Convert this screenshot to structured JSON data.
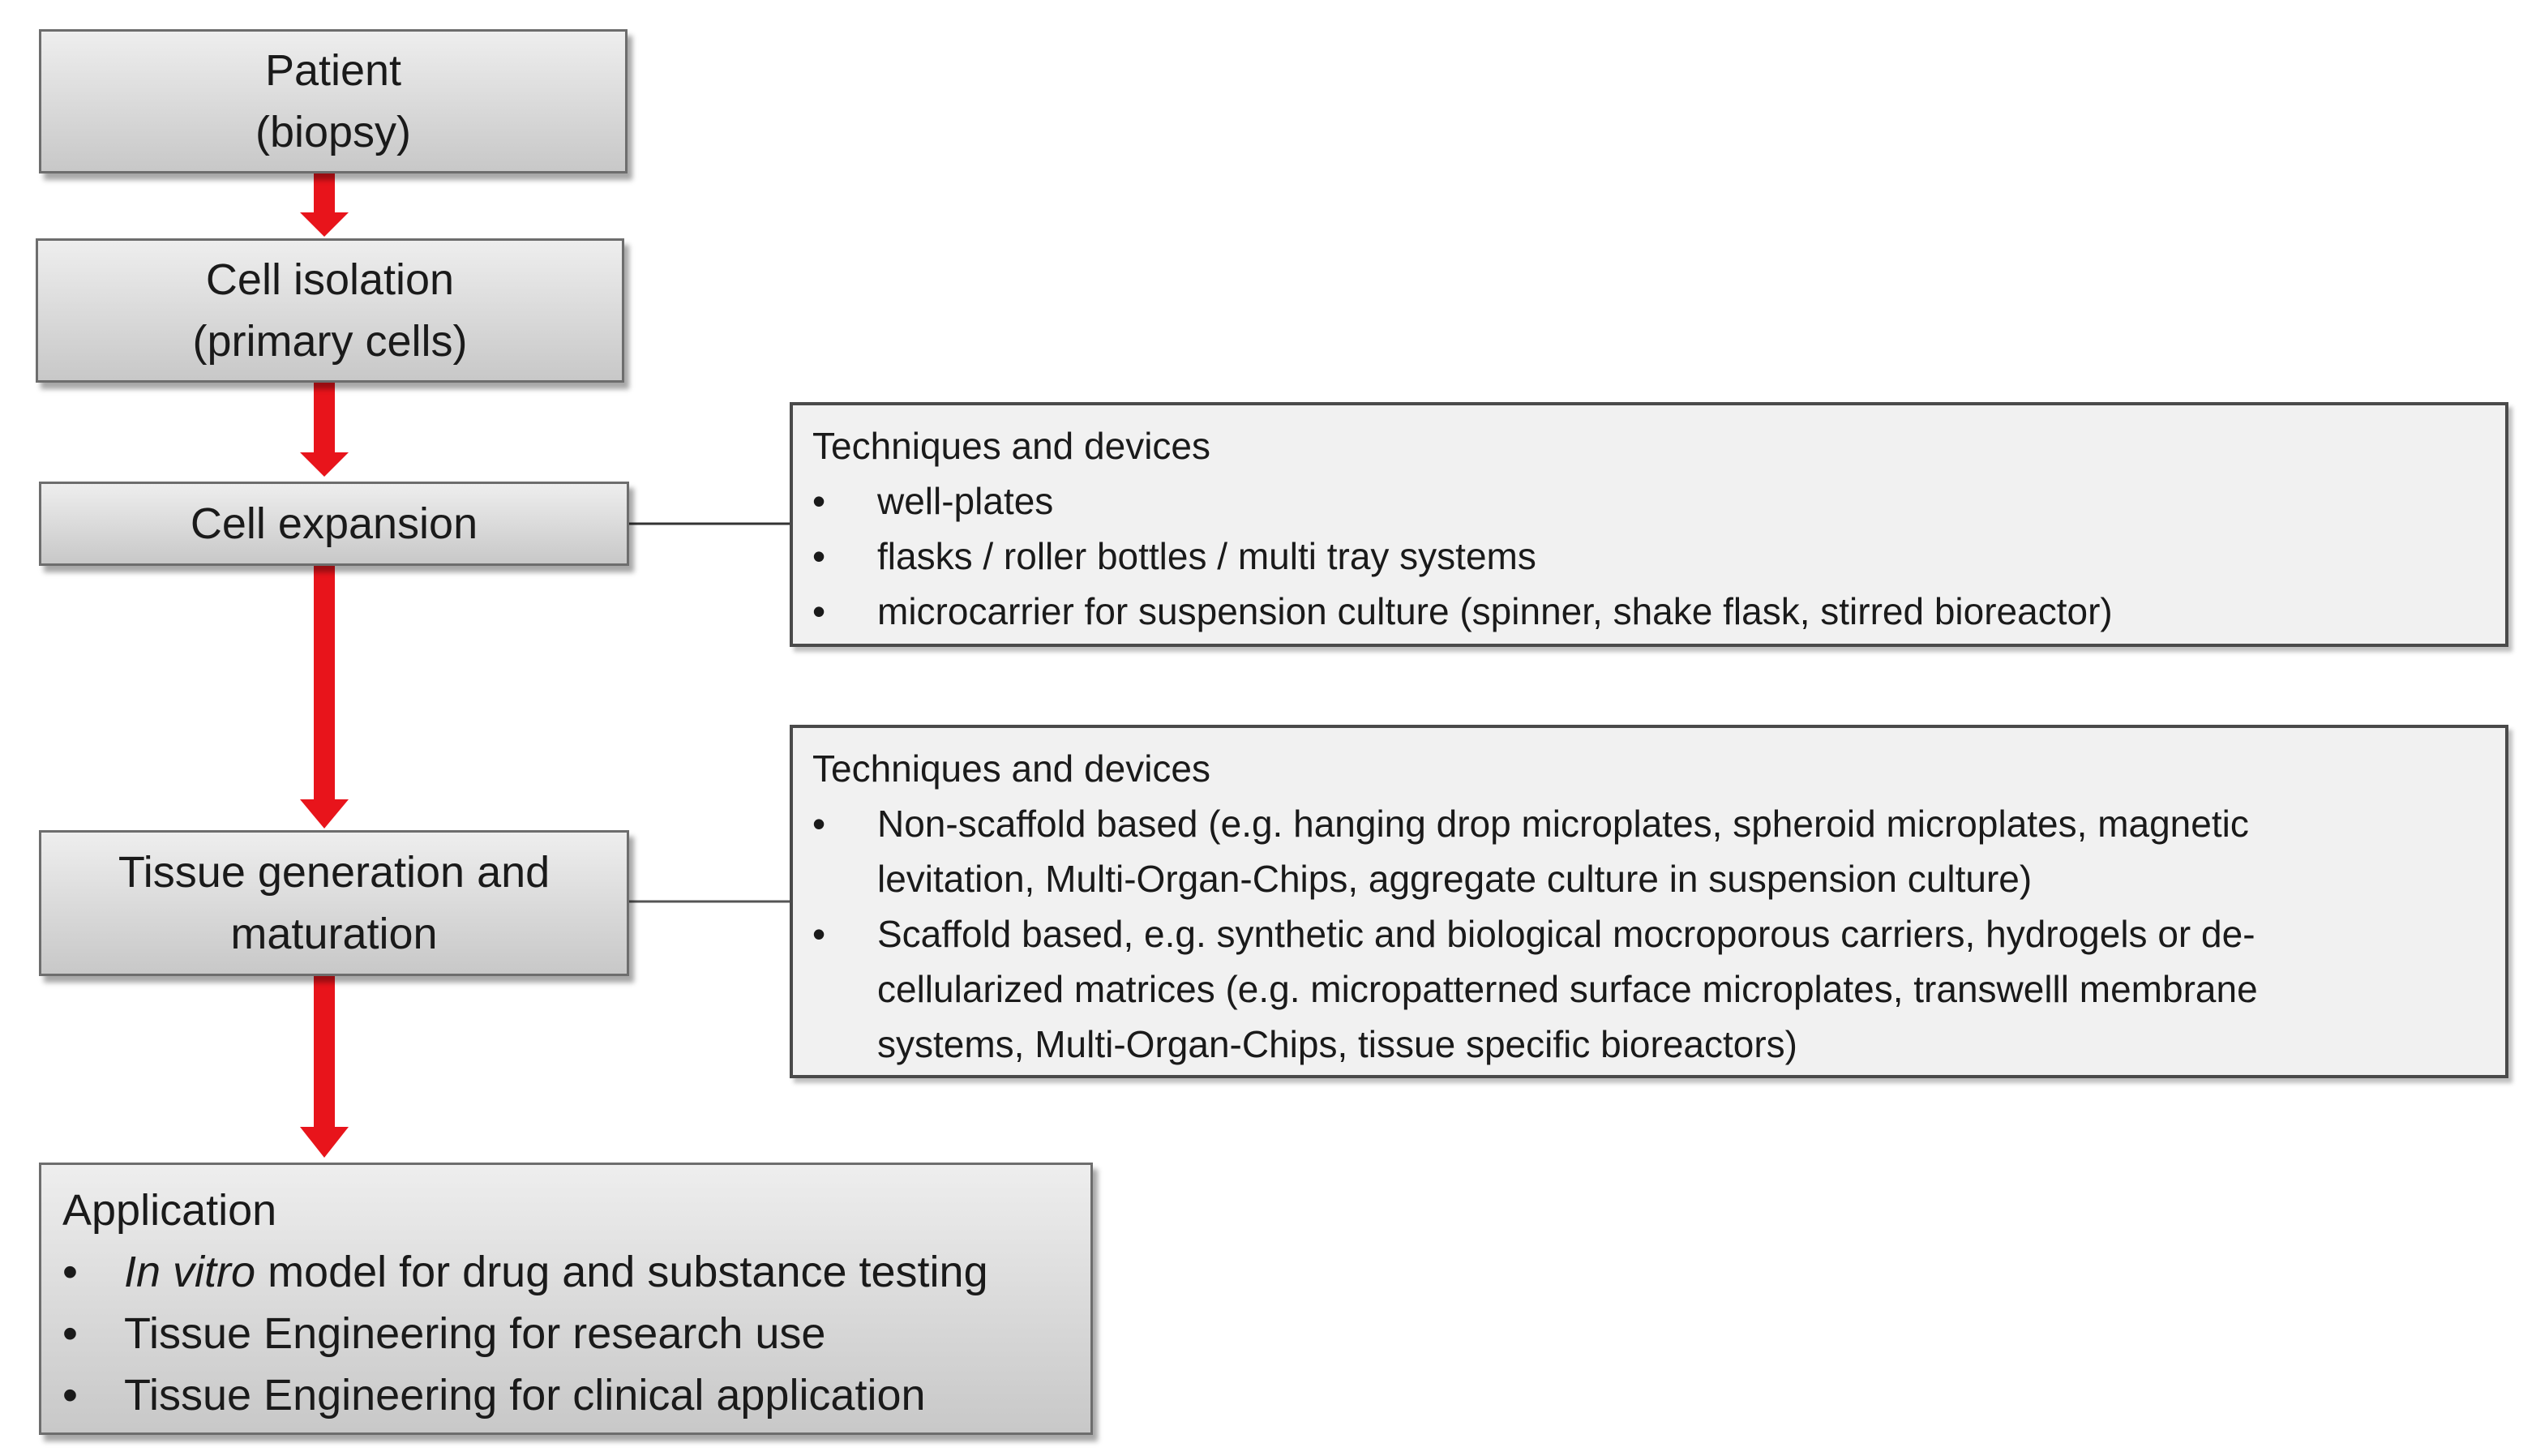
{
  "steps": {
    "patient": [
      "Patient",
      "(biopsy)"
    ],
    "cell_isolation": [
      "Cell isolation",
      "(primary cells)"
    ],
    "cell_expansion": [
      "Cell expansion"
    ],
    "tissue_generation": [
      "Tissue generation and",
      "maturation"
    ]
  },
  "expansion_info": {
    "title": "Techniques and devices",
    "items": [
      "well-plates",
      "flasks / roller bottles / multi tray systems",
      "microcarrier for suspension culture (spinner, shake flask, stirred bioreactor)"
    ]
  },
  "tissue_info": {
    "title": "Techniques and devices",
    "items": [
      {
        "lines": [
          "Non-scaffold based (e.g. hanging drop microplates, spheroid microplates, magnetic",
          "levitation, Multi-Organ-Chips, aggregate culture in suspension culture)"
        ]
      },
      {
        "lines": [
          "Scaffold based, e.g. synthetic and biological mocroporous carriers, hydrogels or de-",
          "cellularized matrices (e.g. micropatterned surface microplates, transwelll membrane",
          "systems, Multi-Organ-Chips, tissue specific bioreactors)"
        ]
      }
    ]
  },
  "application": {
    "title": "Application",
    "item1_italic": "In vitro",
    "item1_rest": " model for drug and substance testing",
    "item2": "Tissue Engineering for research use",
    "item3": "Tissue Engineering for clinical application"
  },
  "bullet": "•",
  "colors": {
    "arrow": "#e8141b",
    "connector": "#333333",
    "box_border": "#6d6d6d"
  }
}
